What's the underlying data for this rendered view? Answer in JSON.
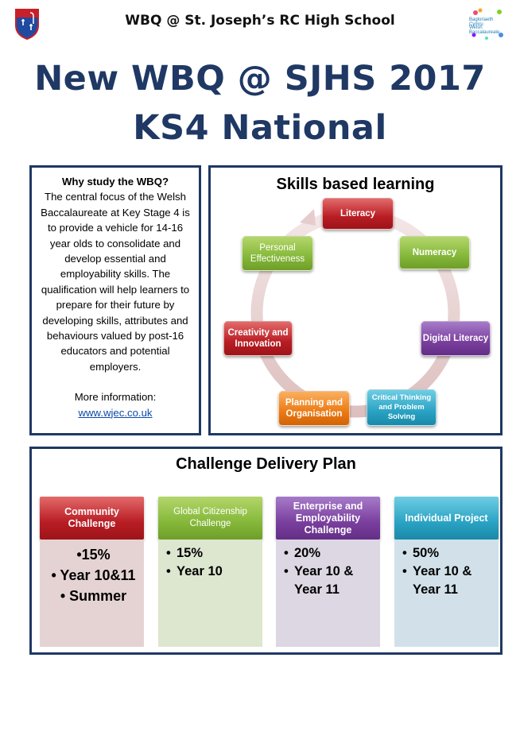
{
  "header": {
    "school": "WBQ @ St. Joseph’s RC High School"
  },
  "logo": {
    "line1": "Bagloriaeth Cymru",
    "line2": "Welsh Baccalaureate"
  },
  "titles": {
    "line1": "New WBQ @ SJHS 2017",
    "line2": "KS4 National"
  },
  "why": {
    "heading": "Why study the WBQ?",
    "body": "The central focus of the Welsh Baccalaureate at Key Stage 4 is to provide a vehicle for 14-16 year olds to consolidate and develop essential and employability skills. The qualification will help learners to prepare for their future by developing skills, attributes and behaviours valued by post-16 educators and potential employers.",
    "more": "More information:",
    "link": "www.wjec.co.uk"
  },
  "skills": {
    "title": "Skills based learning",
    "nodes": {
      "literacy": "Literacy",
      "numeracy": "Numeracy",
      "digital": "Digital Literacy",
      "critical": "Critical Thinking and Problem Solving",
      "planning": "Planning and Organisation",
      "creativity": "Creativity and Innovation",
      "personal": "Personal Effectiveness"
    }
  },
  "plan": {
    "title": "Challenge Delivery Plan",
    "columns": [
      {
        "title": "Community Challenge",
        "items": [
          "•15%",
          "• Year 10&11",
          "• Summer"
        ]
      },
      {
        "title": "Global Citizenship Challenge",
        "items": [
          "15%",
          "Year 10"
        ]
      },
      {
        "title": "Enterprise and Employability Challenge",
        "items": [
          "20%",
          "Year 10 & Year 11"
        ]
      },
      {
        "title": "Individual Project",
        "items": [
          "50%",
          "Year 10 & Year 11"
        ]
      }
    ]
  },
  "colors": {
    "title_blue": "#1f3864",
    "red": "#b81d24",
    "green": "#85b83a",
    "purple": "#7a3f9e",
    "teal": "#2aa3c4",
    "orange": "#ec7a14"
  }
}
